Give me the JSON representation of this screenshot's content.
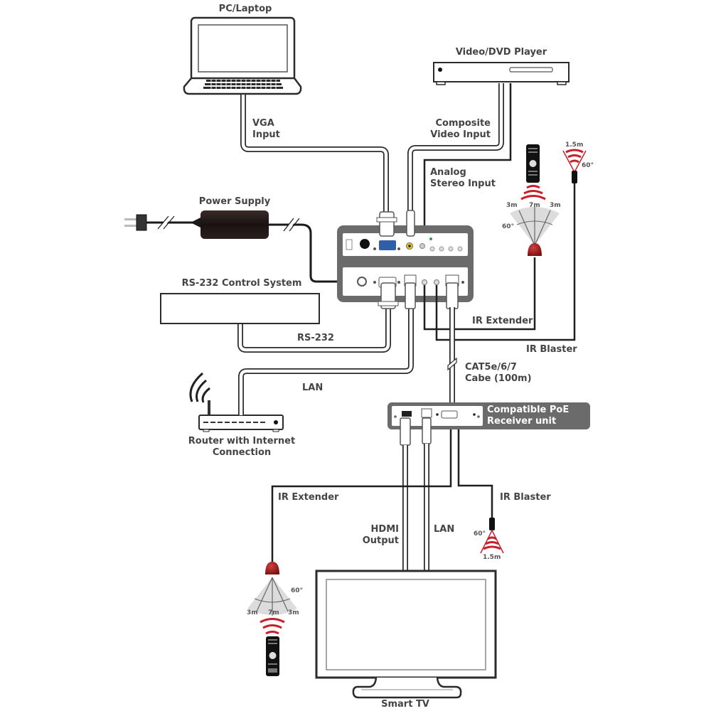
{
  "diagram": {
    "title": "PoE Transmitter/Receiver Connection Diagram",
    "colors": {
      "line": "#2b2b2b",
      "label": "#444444",
      "panel": "#6b6b6b",
      "ir_red": "#c8202a",
      "eye_red": "#9e1b1b",
      "vga_blue": "#2f5fa8",
      "composite_yellow": "#e3c430",
      "fan_gray": "#d6d6d6"
    },
    "devices": {
      "pc_laptop": "PC/Laptop",
      "dvd_player": "Video/DVD Player",
      "power_supply": "Power Supply",
      "rs232_system": "RS-232 Control System",
      "router_line1": "Router with Internet",
      "router_line2": "Connection",
      "receiver_line1": "Compatible PoE",
      "receiver_line2": "Receiver unit",
      "smart_tv": "Smart TV"
    },
    "connections": {
      "vga_line1": "VGA",
      "vga_line2": "Input",
      "composite_line1": "Composite",
      "composite_line2": "Video Input",
      "analog_line1": "Analog",
      "analog_line2": "Stereo Input",
      "rs232": "RS-232",
      "lan_top": "LAN",
      "ir_extender_top": "IR Extender",
      "ir_blaster_top": "IR Blaster",
      "cat_line1": "CAT5e/6/7",
      "cat_line2": "Cabe (100m)",
      "ir_extender_bottom": "IR Extender",
      "ir_blaster_bottom": "IR Blaster",
      "hdmi_line1": "HDMI",
      "hdmi_line2": "Output",
      "lan_bottom": "LAN"
    },
    "ir_specs": {
      "extender_top": {
        "left": "3m",
        "center": "7m",
        "right": "3m",
        "angle": "60°"
      },
      "blaster_top": {
        "distance": "1.5m",
        "angle": "60°"
      },
      "extender_bottom": {
        "left": "3m",
        "center": "7m",
        "right": "3m",
        "angle": "60°"
      },
      "blaster_bottom": {
        "distance": "1.5m",
        "angle": "60°"
      }
    }
  }
}
